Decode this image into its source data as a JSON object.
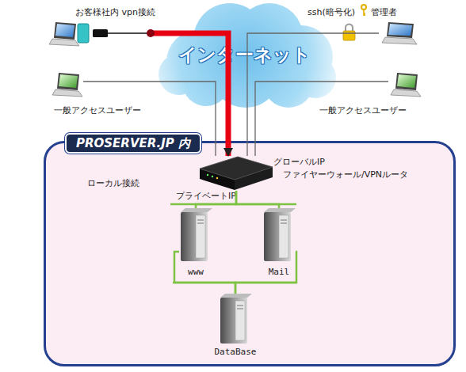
{
  "diagram": {
    "nodes": [
      {
        "text": [
          "インターネット"
        ]
      },
      {
        "text": [
          "お客様社内 vpn接続"
        ]
      },
      {
        "text": [
          "ssh(暗号化)",
          "管理者"
        ]
      },
      {
        "text": [
          "一般アクセスユーザー"
        ]
      },
      {
        "text": [
          "一般アクセスユーザー"
        ]
      },
      {
        "text": [
          "PROSERVER.JP 内"
        ]
      },
      {
        "text": [
          "グローバルIP",
          "ファイヤーウォール/VPNルータ"
        ],
        "in": 5
      },
      {
        "text": [
          "www"
        ],
        "in": 5
      },
      {
        "text": [
          "Mail"
        ],
        "in": 5
      },
      {
        "text": [
          "DataBase"
        ],
        "in": 5
      }
    ],
    "edges": [
      {
        "from": 1,
        "to": 6,
        "arrow": "to"
      },
      {
        "from": 2,
        "to": 6,
        "arrow": "none"
      },
      {
        "from": 3,
        "to": 6,
        "arrow": "none"
      },
      {
        "from": 4,
        "to": 6,
        "arrow": "none"
      },
      {
        "from": 6,
        "to": 7,
        "arrow": "none"
      },
      {
        "from": 6,
        "to": 8,
        "arrow": "none"
      },
      {
        "from": 7,
        "to": 9,
        "arrow": "none"
      },
      {
        "from": 8,
        "to": 9,
        "arrow": "none"
      }
    ],
    "labels": [
      "ローカル接続",
      "プライベートIP"
    ]
  }
}
